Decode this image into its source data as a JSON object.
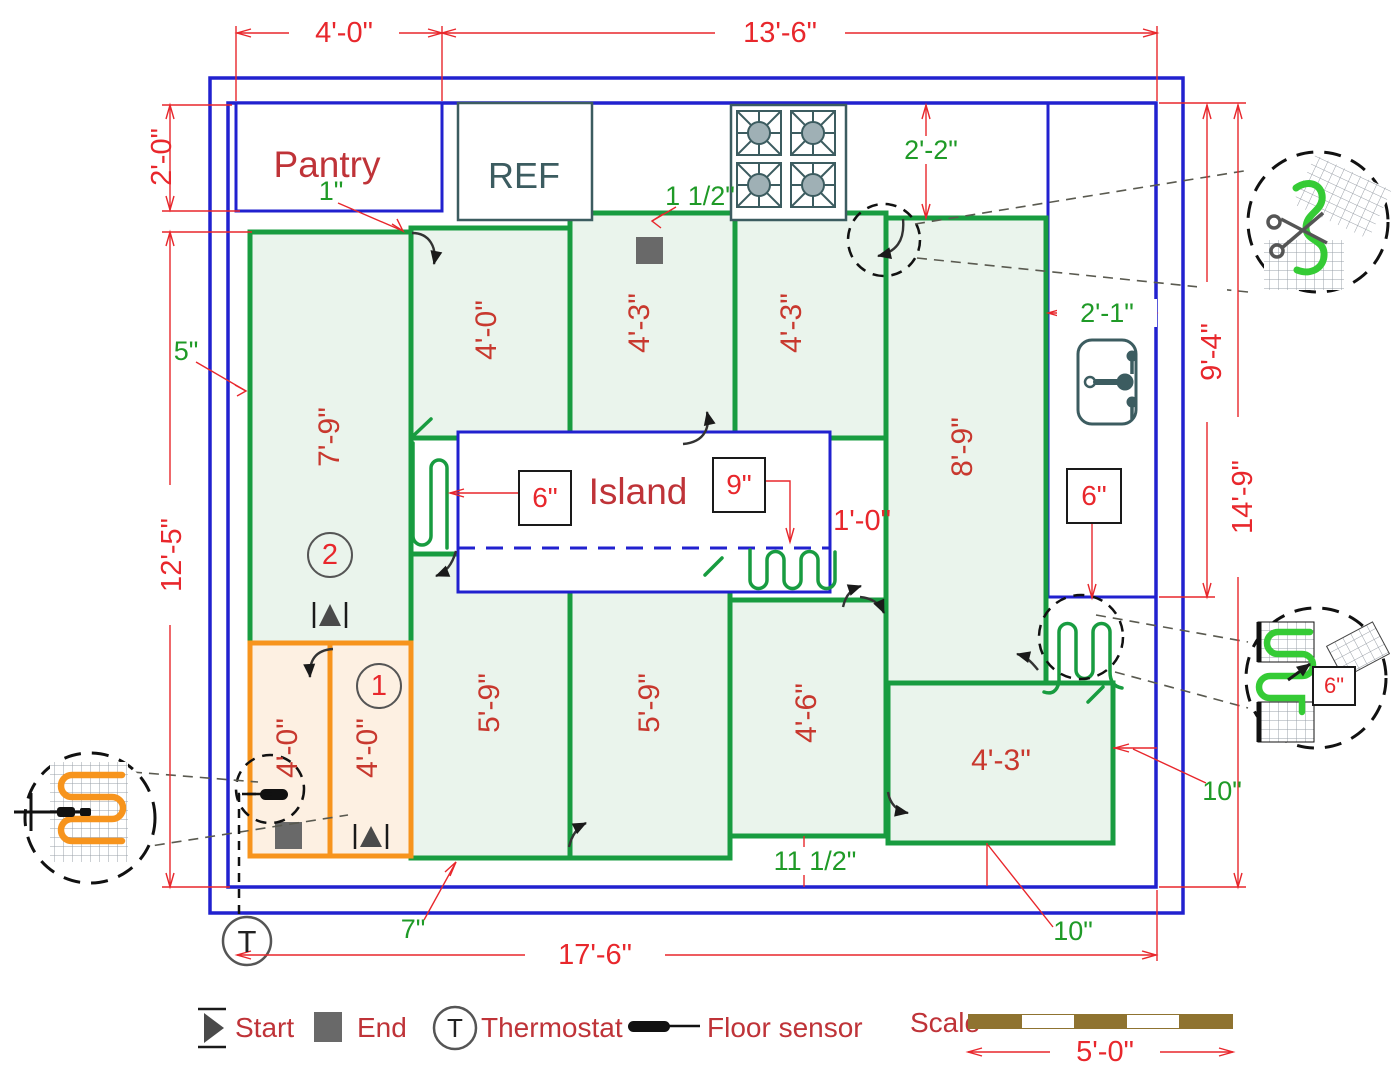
{
  "rooms": {
    "pantry": "Pantry",
    "refrigerator": "REF",
    "island": "Island"
  },
  "dimensions": {
    "top_pantry": "4'-0\"",
    "top_main": "13'-6\"",
    "pantry_depth": "2'-0\"",
    "left_room": "12'-5\"",
    "right_counter": "9'-4\"",
    "right_room": "14'-9\"",
    "bottom_room": "17'-6\"",
    "island_gap": "1'-0\""
  },
  "mats": {
    "zone2_strip": "7'-9\"",
    "top_a": "4'-0\"",
    "top_b": "4'-3\"",
    "top_c": "4'-3\"",
    "right_strip": "8'-9\"",
    "bottom_a": "5'-9\"",
    "bottom_b": "5'-9\"",
    "bottom_c": "4'-6\"",
    "corner": "4'-3\"",
    "zone1_a": "4'-0\"",
    "zone1_b": "4'-0\""
  },
  "zones": {
    "zone1": "1",
    "zone2": "2"
  },
  "notes": {
    "pantry_gap": "1\"",
    "stove_gap": "1 1/2\"",
    "counter_depth": "2'-2\"",
    "sink_counter": "2'-1\"",
    "left_gap": "5\"",
    "bottom_left_gap": "7\"",
    "bottom_center_gap": "11 1/2\"",
    "right_gap": "10\"",
    "bottom_right_gap": "10\""
  },
  "spacing": {
    "island_mat": "6\"",
    "island_cable": "9\"",
    "sink_area": "6\"",
    "detail": "6\""
  },
  "legend": {
    "start": "Start",
    "end": "End",
    "thermostat": "Thermostat",
    "thermostat_symbol": "T",
    "floor_sensor": "Floor sensor"
  },
  "scale": {
    "label": "Scale",
    "length": "5'-0\""
  }
}
